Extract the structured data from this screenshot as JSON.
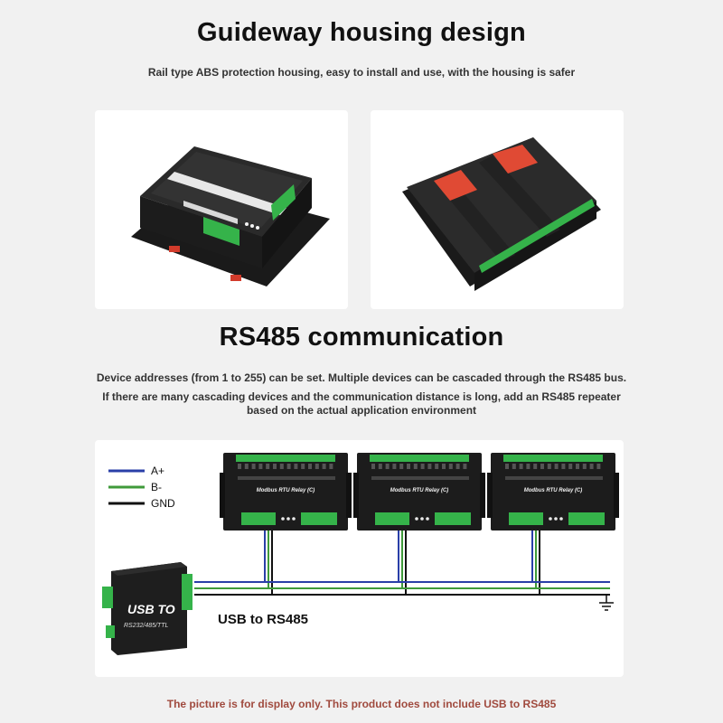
{
  "section1": {
    "title": "Guideway housing design",
    "subtitle": "Rail type ABS protection housing, easy to install and use, with the housing is safer"
  },
  "section2": {
    "title": "RS485 communication",
    "line1": "Device addresses (from 1 to 255) can be set. Multiple devices can be cascaded through the RS485 bus.",
    "line2": "If there are many cascading devices and the communication distance is long, add an RS485 repeater",
    "line3": "based on the actual application environment"
  },
  "legend": {
    "items": [
      {
        "label": "A+",
        "color": "#2a3fa8"
      },
      {
        "label": "B-",
        "color": "#3f9a3a"
      },
      {
        "label": "GND",
        "color": "#111111"
      }
    ]
  },
  "device": {
    "label": "Modbus RTU Relay (C)"
  },
  "converter": {
    "label_big": "USB TO",
    "label_small": "RS232/485/TTL",
    "caption": "USB to RS485"
  },
  "footer": {
    "note": "The picture is for display only. This product does not include USB to RS485"
  },
  "colors": {
    "bus_a": "#2a3fa8",
    "bus_b": "#3f9a3a",
    "gnd": "#111111",
    "terminal_green": "#35b34a",
    "note_red": "#a04a3e"
  }
}
